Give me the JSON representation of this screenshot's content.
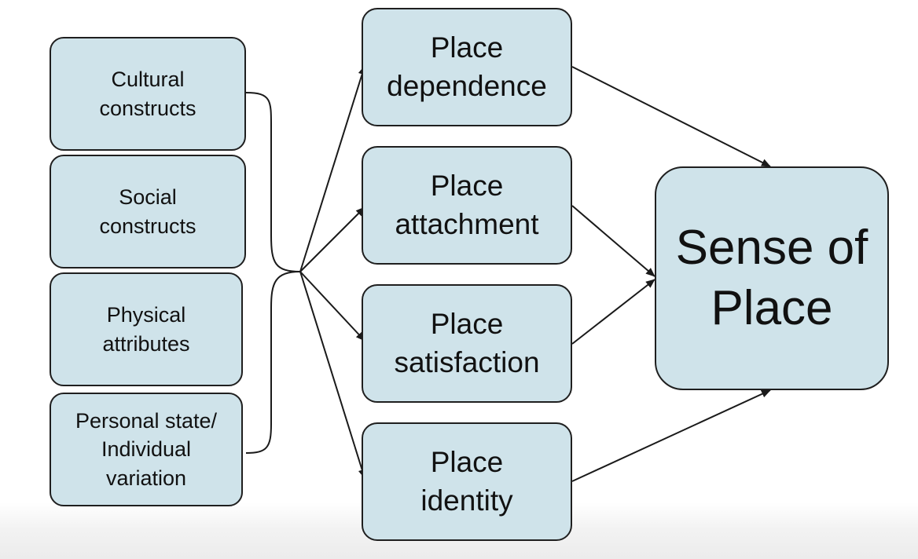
{
  "diagram": {
    "inputs": [
      {
        "id": "cultural",
        "label": "Cultural\nconstructs"
      },
      {
        "id": "social",
        "label": "Social\nconstructs"
      },
      {
        "id": "physical",
        "label": "Physical\nattributes"
      },
      {
        "id": "personal",
        "label": "Personal state/\nIndividual\nvariation"
      }
    ],
    "dimensions": [
      {
        "id": "dependence",
        "label": "Place\ndependence"
      },
      {
        "id": "attachment",
        "label": "Place\nattachment"
      },
      {
        "id": "satisfaction",
        "label": "Place\nsatisfaction"
      },
      {
        "id": "identity",
        "label": "Place\nidentity"
      }
    ],
    "outcome": {
      "id": "sense",
      "label": "Sense of\nPlace"
    },
    "edges": [
      {
        "from": "inputs",
        "to": "dependence"
      },
      {
        "from": "inputs",
        "to": "attachment"
      },
      {
        "from": "inputs",
        "to": "satisfaction"
      },
      {
        "from": "inputs",
        "to": "identity"
      },
      {
        "from": "dependence",
        "to": "sense"
      },
      {
        "from": "attachment",
        "to": "sense"
      },
      {
        "from": "satisfaction",
        "to": "sense"
      },
      {
        "from": "identity",
        "to": "sense"
      }
    ]
  },
  "colors": {
    "box_fill": "#cfe3ea",
    "box_border": "#1f1f1f",
    "line": "#1a1a1a",
    "text": "#111111"
  }
}
